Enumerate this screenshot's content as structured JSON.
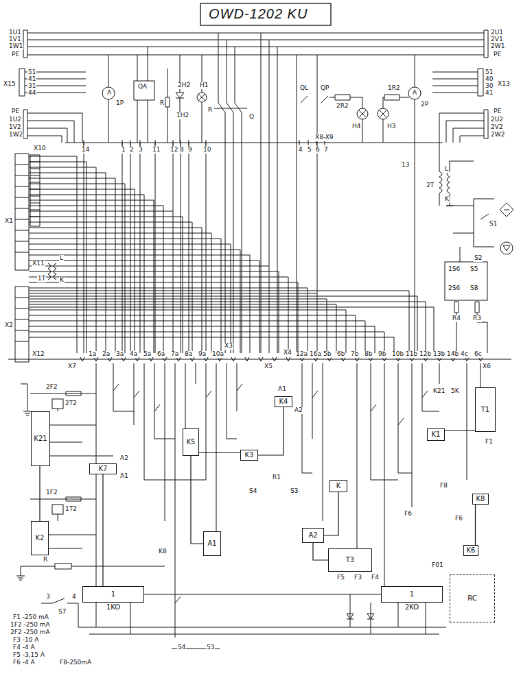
{
  "diagram": {
    "title": "OWD-1202 KU",
    "nodes": [
      {
        "text": [
          "K21"
        ]
      },
      {
        "text": [
          "K7"
        ]
      },
      {
        "text": [
          "K5"
        ]
      },
      {
        "text": [
          "K4"
        ]
      },
      {
        "text": [
          "K3"
        ]
      },
      {
        "text": [
          "K"
        ]
      },
      {
        "text": [
          "T1"
        ]
      },
      {
        "text": [
          "K1"
        ]
      },
      {
        "text": [
          "K8"
        ]
      },
      {
        "text": [
          "K2"
        ]
      },
      {
        "text": [
          "A1"
        ]
      },
      {
        "text": [
          "A2"
        ]
      },
      {
        "text": [
          "T3"
        ]
      },
      {
        "text": [
          "K6"
        ]
      },
      {
        "text": [
          "1",
          "1KO"
        ]
      },
      {
        "text": [
          "1",
          "2KO"
        ]
      },
      {
        "text": [
          "RC"
        ]
      }
    ],
    "edges": [
      {
        "from": 1,
        "to": 14,
        "arrow": "none"
      },
      {
        "from": 2,
        "to": 10,
        "arrow": "none"
      },
      {
        "from": 2,
        "to": 4,
        "arrow": "none"
      },
      {
        "from": 3,
        "to": 4,
        "arrow": "none"
      },
      {
        "from": 5,
        "to": 11,
        "arrow": "none"
      },
      {
        "from": 11,
        "to": 12,
        "arrow": "none"
      },
      {
        "from": 8,
        "to": 13,
        "arrow": "none"
      },
      {
        "from": 14,
        "to": 15,
        "arrow": "none"
      },
      {
        "from": 7,
        "to": 6,
        "arrow": "none"
      },
      {
        "from": 0,
        "to": 9,
        "arrow": "none"
      }
    ],
    "labels": [
      "1U1",
      "1V1",
      "1W1",
      "PE",
      "2U1",
      "2V1",
      "2W1",
      "PE",
      "X15",
      "51",
      "41",
      "31",
      "44",
      "X13",
      "51",
      "40",
      "30",
      "41",
      "PE",
      "1U2",
      "1V2",
      "1W2",
      "PE",
      "2U2",
      "2V2",
      "2W2",
      "A",
      "1P",
      "QA",
      "2H2",
      "H1",
      "R",
      "1H2",
      "R",
      "Q",
      "QL",
      "QP",
      "2R2",
      "H4",
      "1R2",
      "A",
      "2P",
      "H3",
      "X8-X9",
      "X10",
      "14",
      "1",
      "2",
      "3",
      "11",
      "12",
      "8",
      "9",
      "10",
      "4",
      "5",
      "6",
      "7",
      "13",
      "2T",
      "L",
      "K",
      "X1",
      "X11",
      "L",
      "K",
      "1T",
      "X2",
      "X12",
      "S1",
      "S2",
      "1S6",
      "S5",
      "2S6",
      "S8",
      "R4",
      "R3",
      "X3",
      "X4",
      "X7",
      "X5",
      "X6",
      "1a",
      "2a",
      "3a",
      "4a",
      "5a",
      "6a",
      "7a",
      "8a",
      "9a",
      "10a",
      "12a",
      "16a",
      "5b",
      "6b",
      "7b",
      "8b",
      "9b",
      "10b",
      "11b",
      "12b",
      "13b",
      "14b",
      "4c",
      "6c",
      "2F2",
      "2T2",
      "1F2",
      "1T2",
      "R",
      "S7",
      "3",
      "4",
      "A2",
      "A1",
      "A1",
      "A2",
      "R1",
      "S4",
      "S3",
      "K8",
      "F6",
      "F6",
      "F8",
      "F01",
      "F5",
      "F3",
      "F4",
      "K21",
      "5K",
      "F1",
      "54",
      "53",
      "F1 -250 mA",
      "1F2 -250 mA",
      "2F2 -250 mA",
      "F3 -10 A",
      "F4 -4 A",
      "F5 -3,15 A",
      "F6 -4 A",
      "F8-250mA"
    ]
  }
}
